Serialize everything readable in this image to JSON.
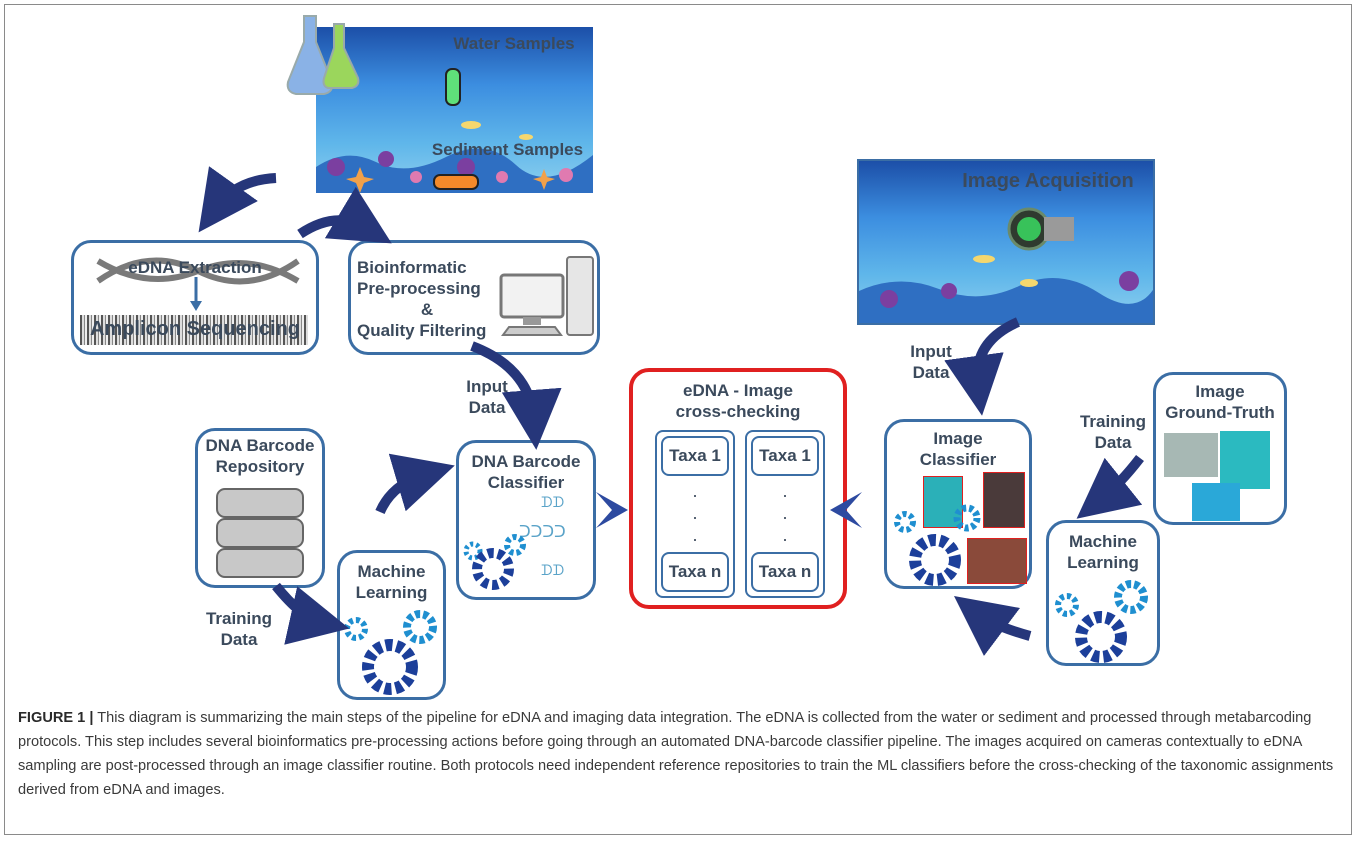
{
  "scenes": {
    "water": "Water Samples",
    "sediment": "Sediment Samples",
    "image_acquisition": "Image Acquisition"
  },
  "boxes": {
    "edna_extraction": "eDNA Extraction",
    "amplicon_sequencing": "Amplicon Sequencing",
    "bioinformatic": [
      "Bioinformatic",
      "Pre-processing",
      "&",
      "Quality Filtering"
    ],
    "dna_repository": [
      "DNA Barcode",
      "Repository"
    ],
    "dna_classifier": [
      "DNA Barcode",
      "Classifier"
    ],
    "machine_learning": [
      "Machine",
      "Learning"
    ],
    "image_classifier": [
      "Image",
      "Classifier"
    ],
    "image_ground_truth": [
      "Image",
      "Ground-Truth"
    ],
    "cross_check_title": [
      "eDNA - Image",
      "cross-checking"
    ],
    "taxa_first": "Taxa 1",
    "taxa_last": "Taxa n",
    "dot": "."
  },
  "flow_labels": {
    "input_data_left": [
      "Input",
      "Data"
    ],
    "input_data_right": [
      "Input",
      "Data"
    ],
    "training_data_left": [
      "Training",
      "Data"
    ],
    "training_data_right": [
      "Training",
      "Data"
    ]
  },
  "caption": {
    "label": "FIGURE 1 |",
    "text": "This diagram is summarizing the main steps of the pipeline for eDNA and imaging data integration. The eDNA is collected from the water or sediment and processed through metabarcoding protocols. This step includes several bioinformatics pre-processing actions before going through an automated DNA-barcode classifier pipeline. The images acquired on cameras contextually to eDNA sampling are post-processed through an image classifier routine. Both protocols need independent reference repositories to train the ML classifiers before the cross-checking of the taxonomic assignments derived from eDNA and images."
  },
  "colors": {
    "box_border": "#3b6ea5",
    "cross_check_border": "#e02020",
    "arrow": "#26367a",
    "gear_light": "#1f8fd0",
    "gear_dark": "#1c3f9a"
  }
}
